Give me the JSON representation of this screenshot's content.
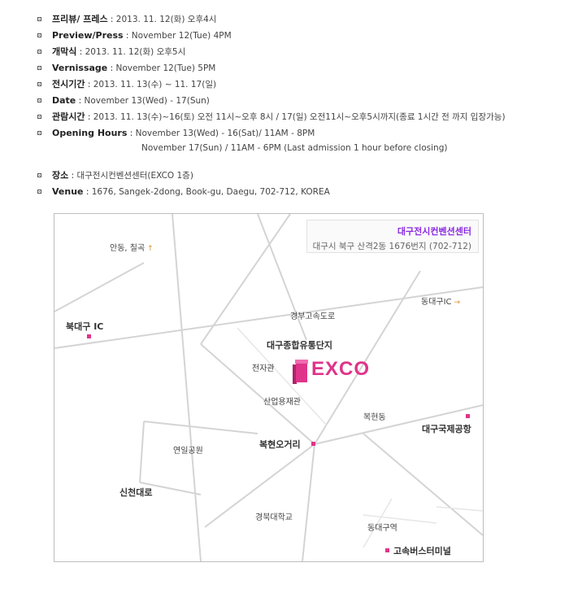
{
  "info": [
    {
      "label": "프리뷰/ 프레스",
      "value": "2013. 11. 12(화) 오후4시"
    },
    {
      "label": "Preview/Press",
      "value": "November 12(Tue) 4PM"
    },
    {
      "label": "개막식",
      "value": "2013. 11. 12(화) 오후5시"
    },
    {
      "label": "Vernissage",
      "value": "November 12(Tue) 5PM"
    },
    {
      "label": "전시기간",
      "value": "2013. 11. 13(수) ~ 11. 17(일)"
    },
    {
      "label": "Date",
      "value": "November 13(Wed) - 17(Sun)"
    },
    {
      "label": "관람시간",
      "value": "2013. 11. 13(수)~16(토) 오전 11시~오후 8시 / 17(일) 오전11시~오후5시까지(종료 1시간 전 까지 입장가능)"
    },
    {
      "label": "Opening Hours",
      "value": "November 13(Wed) - 16(Sat)/ 11AM - 8PM",
      "continuation": "November 17(Sun) / 11AM - 6PM (Last admission 1 hour before closing)"
    },
    {
      "label": "장소",
      "value": "대구전시컨벤션센터(EXCO 1층)"
    },
    {
      "label": "Venue",
      "value": "1676, Sangek-2dong, Book-gu, Daegu, 702-712, KOREA"
    }
  ],
  "separator": " : ",
  "map": {
    "venue_title": "대구전시컨벤션센터",
    "venue_address": "대구시 북구 산격2동 1676번지 (702-712)",
    "logo": "EXCO",
    "labels": {
      "andong": "안동, 칠곡",
      "bukdaegu_ic": "북대구 IC",
      "dongdaegu_ic": "동대구IC",
      "expressway": "경부고속도로",
      "complex": "대구종합유통단지",
      "electronics": "전자관",
      "industrial": "산업용재관",
      "bokhyeon_dong": "복현동",
      "airport": "대구국제공항",
      "bokhyeon_intersection": "복현오거리",
      "yeonil_park": "연일공원",
      "sincheon": "신천대로",
      "knu": "경북대학교",
      "dongdaegu_station": "동대구역",
      "bus_terminal": "고속버스터미널"
    },
    "accent_color": "#e0338a",
    "venue_title_color": "#8a2be2",
    "road_color": "#d4d4d4"
  }
}
